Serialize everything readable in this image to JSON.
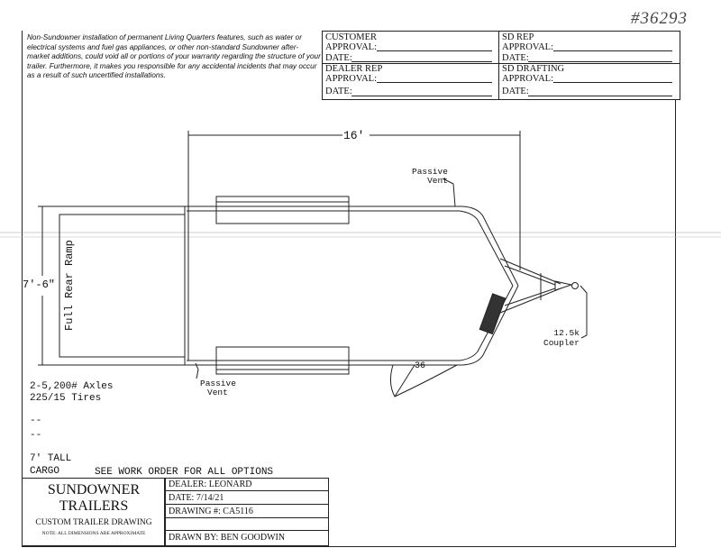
{
  "handwritten_number": "#36293",
  "disclaimer": "Non-Sundowner installation of permanent Living Quarters features, such as water or electrical systems and fuel gas appliances, or other non-standard Sundowner after-market additions, could void all or portions of your warranty regarding the structure of your trailer. Furthermore, it makes you responsible for any accidental incidents that may occur as a result of such uncertified installations.",
  "approvals": {
    "customer": {
      "line1": "CUSTOMER",
      "line2": "APPROVAL:",
      "date": "DATE:"
    },
    "sd_rep": {
      "line1": "SD REP",
      "line2": "APPROVAL:",
      "date": "DATE:"
    },
    "dealer_rep": {
      "line1": "DEALER REP",
      "line2": "APPROVAL:",
      "date": "DATE:"
    },
    "sd_drafting": {
      "line1": "SD DRAFTING",
      "line2": "APPROVAL:",
      "date": "DATE:"
    }
  },
  "drawing": {
    "length_label": "16'",
    "width_label": "7'-6\"",
    "rear_ramp": "Full Rear Ramp",
    "passive_vent": "Passive",
    "vent": "Vent",
    "coupler_size": "12.5k",
    "coupler": "Coupler",
    "door_angle": "36"
  },
  "specs": {
    "axles": "2-5,200# Axles",
    "tires": "225/15 Tires",
    "dash1": "--",
    "dash2": "--",
    "tall": "7' TALL",
    "cargo": "CARGO",
    "work_order": "SEE WORK ORDER FOR ALL OPTIONS"
  },
  "title_block": {
    "brand1": "SUNDOWNER",
    "brand2": "TRAILERS",
    "subtitle": "CUSTOM TRAILER DRAWING",
    "note": "NOTE: ALL DIMENSIONS ARE APPROXIMATE",
    "dealer": "DEALER: LEONARD",
    "date": "DATE: 7/14/21",
    "drawing_no": "DRAWING #: CA5116",
    "drawn_by": "DRAWN BY: BEN GOODWIN"
  }
}
